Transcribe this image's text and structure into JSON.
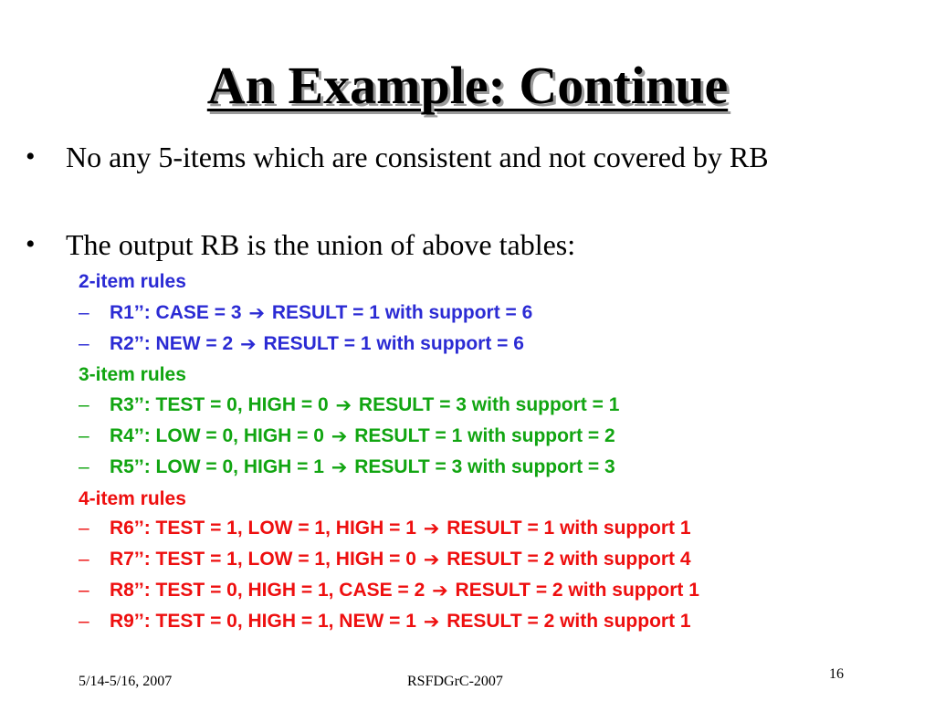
{
  "title": "An Example: Continue",
  "bullets": [
    {
      "marker": "•",
      "text": "No any 5-items which are consistent and not covered by RB"
    },
    {
      "marker": "•",
      "text": "The output RB is the union of above tables:"
    }
  ],
  "groups": [
    {
      "header": "2-item rules",
      "color": "#2b2bd4",
      "rules": [
        {
          "dash": "–",
          "lhs": "R1’’: CASE = 3",
          "arrow": "➔",
          "rhs": "RESULT = 1 with support = 6"
        },
        {
          "dash": "–",
          "lhs": "R2’’: NEW = 2",
          "arrow": "➔",
          "rhs": "RESULT = 1 with support = 6"
        }
      ]
    },
    {
      "header": "3-item rules",
      "color": "#11a511",
      "rules": [
        {
          "dash": "–",
          "lhs": "R3’’: TEST = 0, HIGH = 0",
          "arrow": "➔",
          "rhs": "RESULT = 3 with support = 1"
        },
        {
          "dash": "–",
          "lhs": "R4’’: LOW = 0, HIGH = 0",
          "arrow": "➔",
          "rhs": "RESULT = 1 with support = 2"
        },
        {
          "dash": "–",
          "lhs": "R5’’: LOW = 0, HIGH = 1",
          "arrow": "➔",
          "rhs": "RESULT = 3 with support = 3"
        }
      ]
    },
    {
      "header": "4-item rules",
      "color": "#ee0f0f",
      "rules": [
        {
          "dash": "–",
          "lhs": "R6’’: TEST = 1, LOW = 1, HIGH = 1",
          "arrow": "➔",
          "rhs": "RESULT = 1 with support 1"
        },
        {
          "dash": "–",
          "lhs": "R7’’: TEST = 1, LOW = 1, HIGH = 0",
          "arrow": "➔",
          "rhs": "RESULT = 2 with support 4"
        },
        {
          "dash": "–",
          "lhs": "R8’’: TEST = 0, HIGH = 1, CASE = 2",
          "arrow": "➔",
          "rhs": "RESULT = 2 with support 1"
        },
        {
          "dash": "–",
          "lhs": "R9’’: TEST = 0, HIGH = 1, NEW = 1",
          "arrow": "➔",
          "rhs": "RESULT = 2 with support 1"
        }
      ]
    }
  ],
  "footer": {
    "date": "5/14-5/16, 2007",
    "conference": "RSFDGrC-2007",
    "page_number": "16"
  }
}
